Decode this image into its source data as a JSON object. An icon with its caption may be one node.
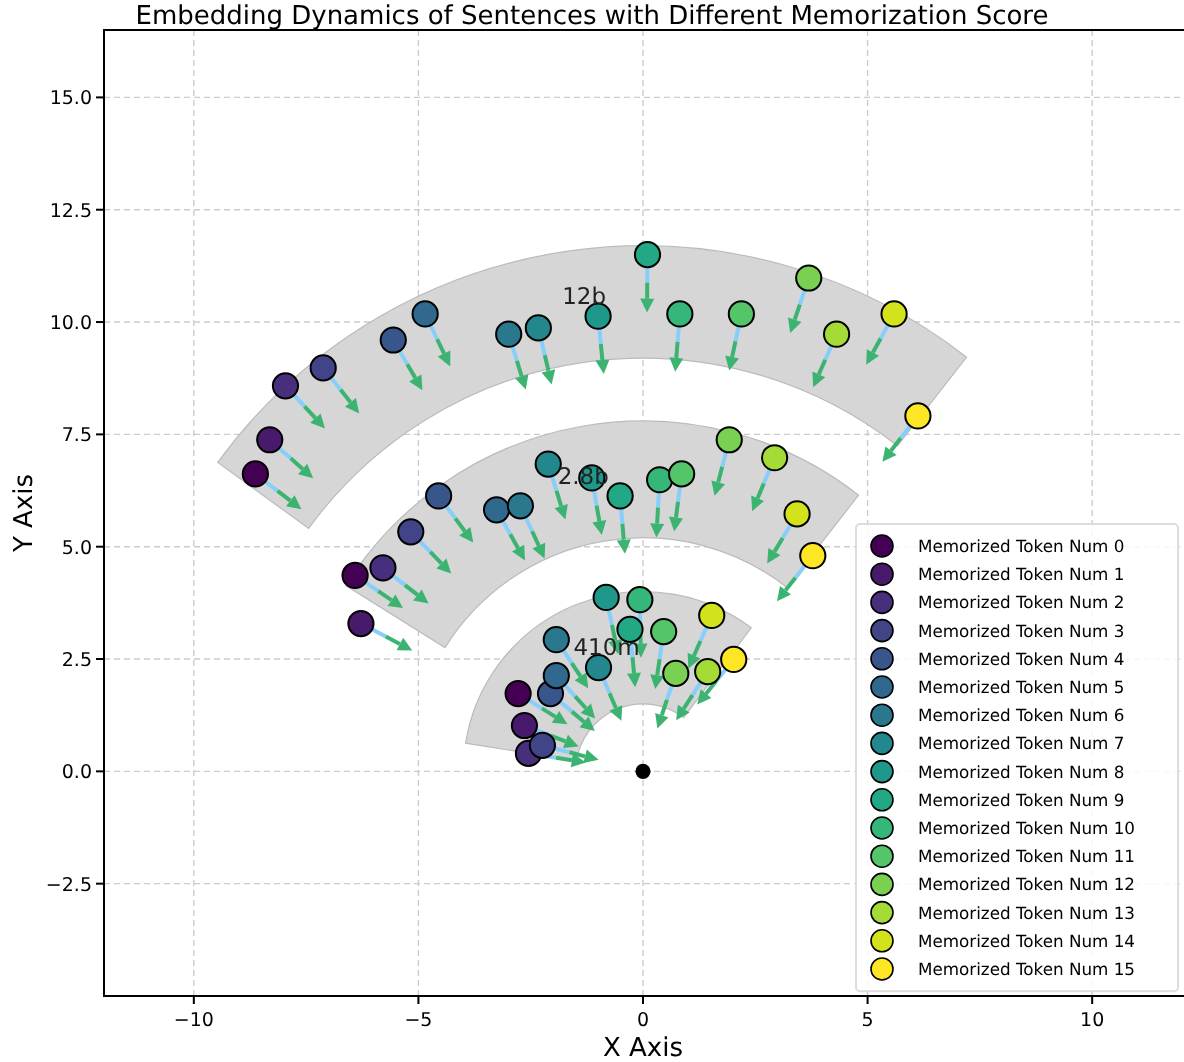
{
  "diagram": {
    "chart_data": {
      "type": "scatter",
      "title": "Embedding Dynamics of Sentences with Different Memorization Score",
      "xlabel": "X Axis",
      "ylabel": "Y Axis",
      "xlim": [
        -12,
        12
      ],
      "ylim": [
        -5,
        16.5
      ],
      "xticks": [
        {
          "value": -10,
          "label": "−10"
        },
        {
          "value": -5,
          "label": "−5"
        },
        {
          "value": 0,
          "label": "0"
        },
        {
          "value": 5,
          "label": "5"
        },
        {
          "value": 10,
          "label": "10"
        }
      ],
      "yticks": [
        {
          "value": -2.5,
          "label": "−2.5"
        },
        {
          "value": 0,
          "label": "0.0"
        },
        {
          "value": 2.5,
          "label": "2.5"
        },
        {
          "value": 5,
          "label": "5.0"
        },
        {
          "value": 7.5,
          "label": "7.5"
        },
        {
          "value": 10,
          "label": "10.0"
        },
        {
          "value": 12.5,
          "label": "12.5"
        },
        {
          "value": 15,
          "label": "15.0"
        }
      ],
      "series": [
        {
          "name": "Memorized Token Num 0",
          "color": "#440154",
          "x": [
            -8.63,
            -6.41,
            -2.78
          ],
          "values": [
            6.62,
            4.36,
            1.73
          ]
        },
        {
          "name": "Memorized Token Num 1",
          "color": "#481a6c",
          "x": [
            -8.31,
            -6.28,
            -2.64
          ],
          "values": [
            7.38,
            3.29,
            1.02
          ]
        },
        {
          "name": "Memorized Token Num 2",
          "color": "#472f7d",
          "x": [
            -7.96,
            -5.79,
            -2.55
          ],
          "values": [
            8.58,
            4.53,
            0.4
          ]
        },
        {
          "name": "Memorized Token Num 3",
          "color": "#414487",
          "x": [
            -7.12,
            -5.17,
            -2.24
          ],
          "values": [
            8.98,
            5.33,
            0.58
          ]
        },
        {
          "name": "Memorized Token Num 4",
          "color": "#39568c",
          "x": [
            -5.56,
            -4.55,
            -2.06
          ],
          "values": [
            9.6,
            6.13,
            1.73
          ]
        },
        {
          "name": "Memorized Token Num 5",
          "color": "#31688e",
          "x": [
            -4.85,
            -3.26,
            -1.93
          ],
          "values": [
            10.18,
            5.82,
            2.13
          ]
        },
        {
          "name": "Memorized Token Num 6",
          "color": "#2a788e",
          "x": [
            -2.99,
            -2.73,
            -1.93
          ],
          "values": [
            9.73,
            5.91,
            2.93
          ]
        },
        {
          "name": "Memorized Token Num 7",
          "color": "#23888e",
          "x": [
            -2.33,
            -2.11,
            -0.99
          ],
          "values": [
            9.87,
            6.84,
            2.31
          ]
        },
        {
          "name": "Memorized Token Num 8",
          "color": "#1f988b",
          "x": [
            -1.0,
            -1.14,
            -0.82
          ],
          "values": [
            10.13,
            6.53,
            3.87
          ]
        },
        {
          "name": "Memorized Token Num 9",
          "color": "#22a884",
          "x": [
            0.1,
            -0.51,
            -0.29
          ],
          "values": [
            11.5,
            6.13,
            3.16
          ]
        },
        {
          "name": "Memorized Token Num 10",
          "color": "#35b779",
          "x": [
            0.82,
            0.37,
            -0.07
          ],
          "values": [
            10.18,
            6.49,
            3.82
          ]
        },
        {
          "name": "Memorized Token Num 11",
          "color": "#54c568",
          "x": [
            2.19,
            0.86,
            0.46
          ],
          "values": [
            10.18,
            6.62,
            3.11
          ]
        },
        {
          "name": "Memorized Token Num 12",
          "color": "#7ad151",
          "x": [
            3.69,
            1.92,
            0.73
          ],
          "values": [
            10.98,
            7.38,
            2.18
          ]
        },
        {
          "name": "Memorized Token Num 13",
          "color": "#a5db36",
          "x": [
            4.31,
            2.93,
            1.44
          ],
          "values": [
            9.73,
            6.98,
            2.22
          ]
        },
        {
          "name": "Memorized Token Num 14",
          "color": "#d2e21b",
          "x": [
            5.59,
            3.43,
            1.53
          ],
          "values": [
            10.18,
            5.73,
            3.47
          ]
        },
        {
          "name": "Memorized Token Num 15",
          "color": "#fde725",
          "x": [
            6.12,
            3.78,
            2.02
          ],
          "values": [
            7.91,
            4.8,
            2.49
          ]
        },
        {
          "color": "#000000",
          "x": [
            0
          ],
          "values": [
            0
          ]
        }
      ],
      "annotations": [
        "12b",
        "2.8b",
        "410m"
      ],
      "grid": true,
      "legend": "lower right"
    }
  }
}
